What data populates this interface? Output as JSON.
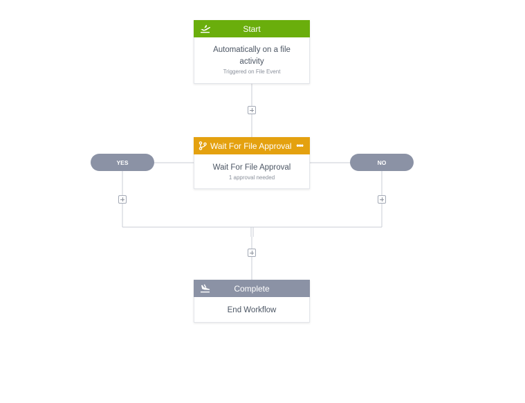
{
  "start_node": {
    "title": "Start",
    "icon": "plane-takeoff-icon",
    "main": "Automatically on a file activity",
    "sub": "Triggered on File Event",
    "color": "#6aae0c"
  },
  "wait_node": {
    "title": "Wait For File Approval",
    "icon": "branch-icon",
    "menu": "•••",
    "main": "Wait For File Approval",
    "sub": "1 approval needed",
    "color": "#e4a10f"
  },
  "branches": {
    "yes_label": "YES",
    "no_label": "NO",
    "color": "#8b92a5"
  },
  "complete_node": {
    "title": "Complete",
    "icon": "plane-landing-icon",
    "main": "End Workflow",
    "color": "#8b92a5"
  },
  "add_step_buttons": [
    {
      "name": "add-step-after-start"
    },
    {
      "name": "add-step-yes-branch"
    },
    {
      "name": "add-step-no-branch"
    },
    {
      "name": "add-step-before-complete"
    }
  ]
}
